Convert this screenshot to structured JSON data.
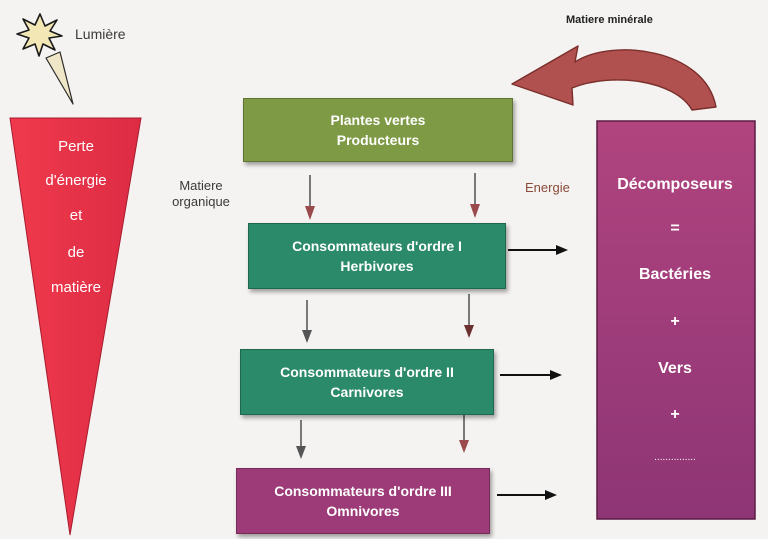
{
  "light_label": "Lumière",
  "mineral_label": "Matiere minérale",
  "loss": {
    "line1": "Perte",
    "line2": "d'énergie",
    "line3": "et",
    "line4": "de",
    "line5": "matière"
  },
  "organic_label": {
    "line1": "Matiere",
    "line2": "organique"
  },
  "energy_label": "Energie",
  "levels": [
    {
      "title": "Plantes vertes",
      "subtitle": "Producteurs"
    },
    {
      "title": "Consommateurs d'ordre I",
      "subtitle": "Herbivores"
    },
    {
      "title": "Consommateurs d'ordre II",
      "subtitle": "Carnivores"
    },
    {
      "title": "Consommateurs d'ordre III",
      "subtitle": "Omnivores"
    }
  ],
  "decomposers": {
    "title": "Décomposeurs",
    "equals": "=",
    "item1": "Bactéries",
    "plus1": "+",
    "item2": "Vers",
    "plus2": "+",
    "more": "..............."
  },
  "colors": {
    "producer_box": "#7f9a45",
    "consumer_green": "#2b8a6a",
    "omnivore_box": "#9c3b78",
    "decomposer_box": "#a23d7c",
    "loss_triangle": "#e8334a",
    "curved_arrow": "#b0504f"
  }
}
